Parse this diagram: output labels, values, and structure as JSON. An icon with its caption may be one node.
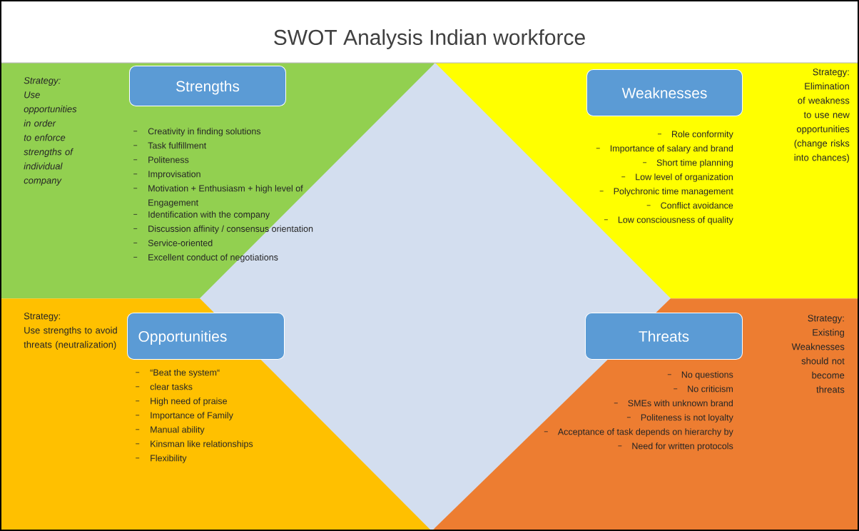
{
  "diagram": {
    "title": "SWOT Analysis Indian workforce",
    "nodes": [
      {
        "text": [
          "Strategy:",
          "Use opportunities in order to enforce strengths of individual company",
          "Creativity in finding solutions",
          "Task fulfillment",
          "Politeness",
          "Improvisation",
          "Motivation + Enthusiasm + high level of Engagement",
          "Identification with the company",
          "Discussion affinity / consensus orientation",
          "Service-oriented",
          "Excellent conduct of negotiations"
        ]
      },
      {
        "text": [
          "Strengths"
        ],
        "in": 0
      },
      {
        "text": [
          "Strategy:",
          "Elimination of weakness to use new opportunities (change risks into chances)",
          "Role conformity",
          "Importance of salary and brand",
          "Short time planning",
          "Low level of organization",
          "Polychronic time management",
          "Conflict avoidance",
          "Low consciousness of quality"
        ]
      },
      {
        "text": [
          "Weaknesses"
        ],
        "in": 2
      },
      {
        "text": [
          "Strategy:",
          "Use strengths to avoid threats (neutralization)",
          "“Beat the system“",
          "clear tasks",
          "High need of praise",
          "Importance of Family",
          "Manual ability",
          "Kinsman like relationships",
          "Flexibility"
        ]
      },
      {
        "text": [
          "Opportunities"
        ],
        "in": 4
      },
      {
        "text": [
          "Strategy:",
          "Existing Weaknesses should not become threats",
          "No questions",
          "No criticism",
          "SMEs with unknown brand",
          "Politeness is not loyalty",
          "Acceptance of task depends on hierarchy by",
          "Need for written protocols"
        ]
      },
      {
        "text": [
          "Threats"
        ],
        "in": 6
      }
    ]
  }
}
